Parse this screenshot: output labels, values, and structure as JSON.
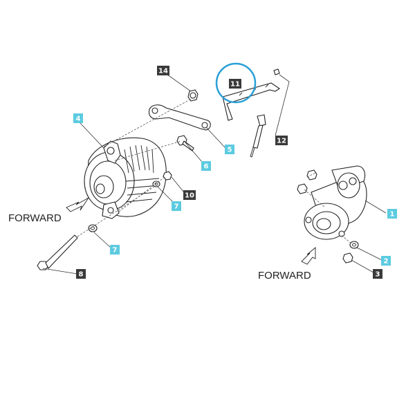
{
  "diagram": {
    "forward_labels": [
      "FORWARD",
      "FORWARD"
    ],
    "callouts": [
      {
        "id": "14",
        "label": "14",
        "style": "dark"
      },
      {
        "id": "11",
        "label": "11",
        "style": "dark"
      },
      {
        "id": "4",
        "label": "4",
        "style": "cyan"
      },
      {
        "id": "5",
        "label": "5",
        "style": "cyan"
      },
      {
        "id": "6",
        "label": "6",
        "style": "cyan"
      },
      {
        "id": "12",
        "label": "12",
        "style": "dark"
      },
      {
        "id": "10",
        "label": "10",
        "style": "dark"
      },
      {
        "id": "7a",
        "label": "7",
        "style": "cyan"
      },
      {
        "id": "7b",
        "label": "7",
        "style": "cyan"
      },
      {
        "id": "8",
        "label": "8",
        "style": "dark"
      },
      {
        "id": "1",
        "label": "1",
        "style": "cyan"
      },
      {
        "id": "2",
        "label": "2",
        "style": "cyan"
      },
      {
        "id": "3",
        "label": "3",
        "style": "dark"
      }
    ],
    "highlight": {
      "target": "11",
      "color": "#2a9fd6"
    },
    "colors": {
      "cyan_callout": "#5ccbe0",
      "dark_callout": "#3a3a3a",
      "line": "#222222"
    }
  }
}
